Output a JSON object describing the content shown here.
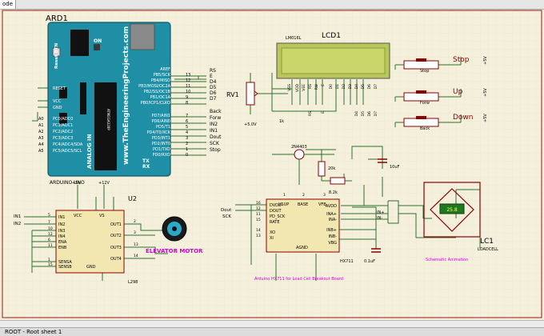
{
  "tab_label": "ode",
  "status_text": "ROOT - Root sheet 1",
  "arduino": {
    "ref": "ARD1",
    "reset_label": "Reset BTN",
    "on_label": "ON",
    "brand": "www.TheEngineeringProjects.com",
    "model": "ANALOG IN",
    "chip": "ATMEGA328P",
    "tx": "TX",
    "rx": "RX",
    "type": "ARDUINO UNO",
    "left_labels": [
      "RESET",
      "VCC",
      "GND",
      "PC0/ADC0",
      "PC1/ADC1",
      "PC2/ADC2",
      "PC3/ADC3",
      "PC4/ADC4/SDA",
      "PC5/ADC5/SCL"
    ],
    "left_pins": [
      "A0",
      "A1",
      "A2",
      "A3",
      "A4",
      "A5"
    ],
    "right_labels_top": [
      "AREF",
      "PB5/SCK",
      "PB4/MISO",
      "PB3/MOSI/OC2A",
      "PB2/SS/OC1B",
      "PB1/OC1A",
      "PB0/ICP1/CLKO"
    ],
    "right_labels_bot": [
      "PD7/AIN1",
      "PD6/AIN0",
      "PD5/T1",
      "PD4/T0/XCK",
      "PD3/INT1",
      "PD2/INT0",
      "PD1/TXD",
      "PD0/RXD"
    ],
    "pin_nums_top": [
      "13",
      "12",
      "11",
      "10",
      "9",
      "8"
    ],
    "pin_nums_bot": [
      "7",
      "6",
      "5",
      "4",
      "3",
      "2",
      "1",
      "0"
    ],
    "nets_top": [
      "RS",
      "E",
      "D4",
      "D5",
      "D6",
      "D7"
    ],
    "nets_bot": [
      "Back",
      "Forw",
      "IN2",
      "IN1",
      "Dout",
      "SCK",
      "Stop"
    ]
  },
  "lcd": {
    "ref": "LCD1",
    "part": "LM016L",
    "pins": [
      "VSS",
      "VDD",
      "VEE",
      "RS",
      "RW",
      "E",
      "D0",
      "D1",
      "D2",
      "D3",
      "D4",
      "D5",
      "D6",
      "D7"
    ],
    "nets": [
      "RS",
      "E",
      "D4",
      "D5",
      "D6",
      "D7"
    ]
  },
  "pot": {
    "ref": "RV1",
    "value": "1k",
    "supply": "+5.0V"
  },
  "buttons": [
    {
      "label": "Stop",
      "net": "Stop",
      "supply": "+5V"
    },
    {
      "label": "Up",
      "net": "Forw",
      "supply": "+5V"
    },
    {
      "label": "Down",
      "net": "Back",
      "supply": "+5V"
    }
  ],
  "driver": {
    "ref": "U2",
    "part": "L298",
    "supply1": "+5V",
    "supply2": "+12V",
    "left_pins": [
      "IN1",
      "IN2",
      "IN3",
      "IN4",
      "ENA",
      "ENB",
      "SENSA",
      "SENSB"
    ],
    "left_nums": [
      "5",
      "7",
      "10",
      "12",
      "6",
      "11",
      "1",
      "15"
    ],
    "right_pins": [
      "VCC",
      "VS",
      "OUT1",
      "OUT2",
      "OUT3",
      "OUT4",
      "GND"
    ],
    "right_nums": [
      "2",
      "3",
      "13",
      "14"
    ],
    "inputs": [
      "IN1",
      "IN2"
    ],
    "motor_label": "ELEVATOR MOTOR"
  },
  "hx711": {
    "left_pins": [
      "DVDD",
      "DOUT",
      "PD_SCK",
      "RATE",
      "XO",
      "XI"
    ],
    "left_nums": [
      "16",
      "12",
      "11",
      "15",
      "14",
      "13"
    ],
    "right_pins": [
      "AVDD",
      "INA+",
      "INA-",
      "INB+",
      "INB-",
      "VBG"
    ],
    "top_pins": [
      "VSUP",
      "BASE",
      "VFB"
    ],
    "top_nums": [
      "1",
      "2",
      "3"
    ],
    "agnd": "AGND",
    "nets": [
      "Dout",
      "SCK"
    ],
    "ina_nets": [
      "IN+",
      "IN-"
    ],
    "part": "HX711",
    "caption": "Arduino HX711 for Load Cell Breakout Board",
    "transistor": "2N4403",
    "r1": "20k",
    "r2": "8.2k",
    "c1": "10uF",
    "c2": "0.1uF"
  },
  "loadcell": {
    "ref": "LC1",
    "part": "LOADCELL",
    "value": "25.8",
    "caption": "Schematic Animation"
  }
}
